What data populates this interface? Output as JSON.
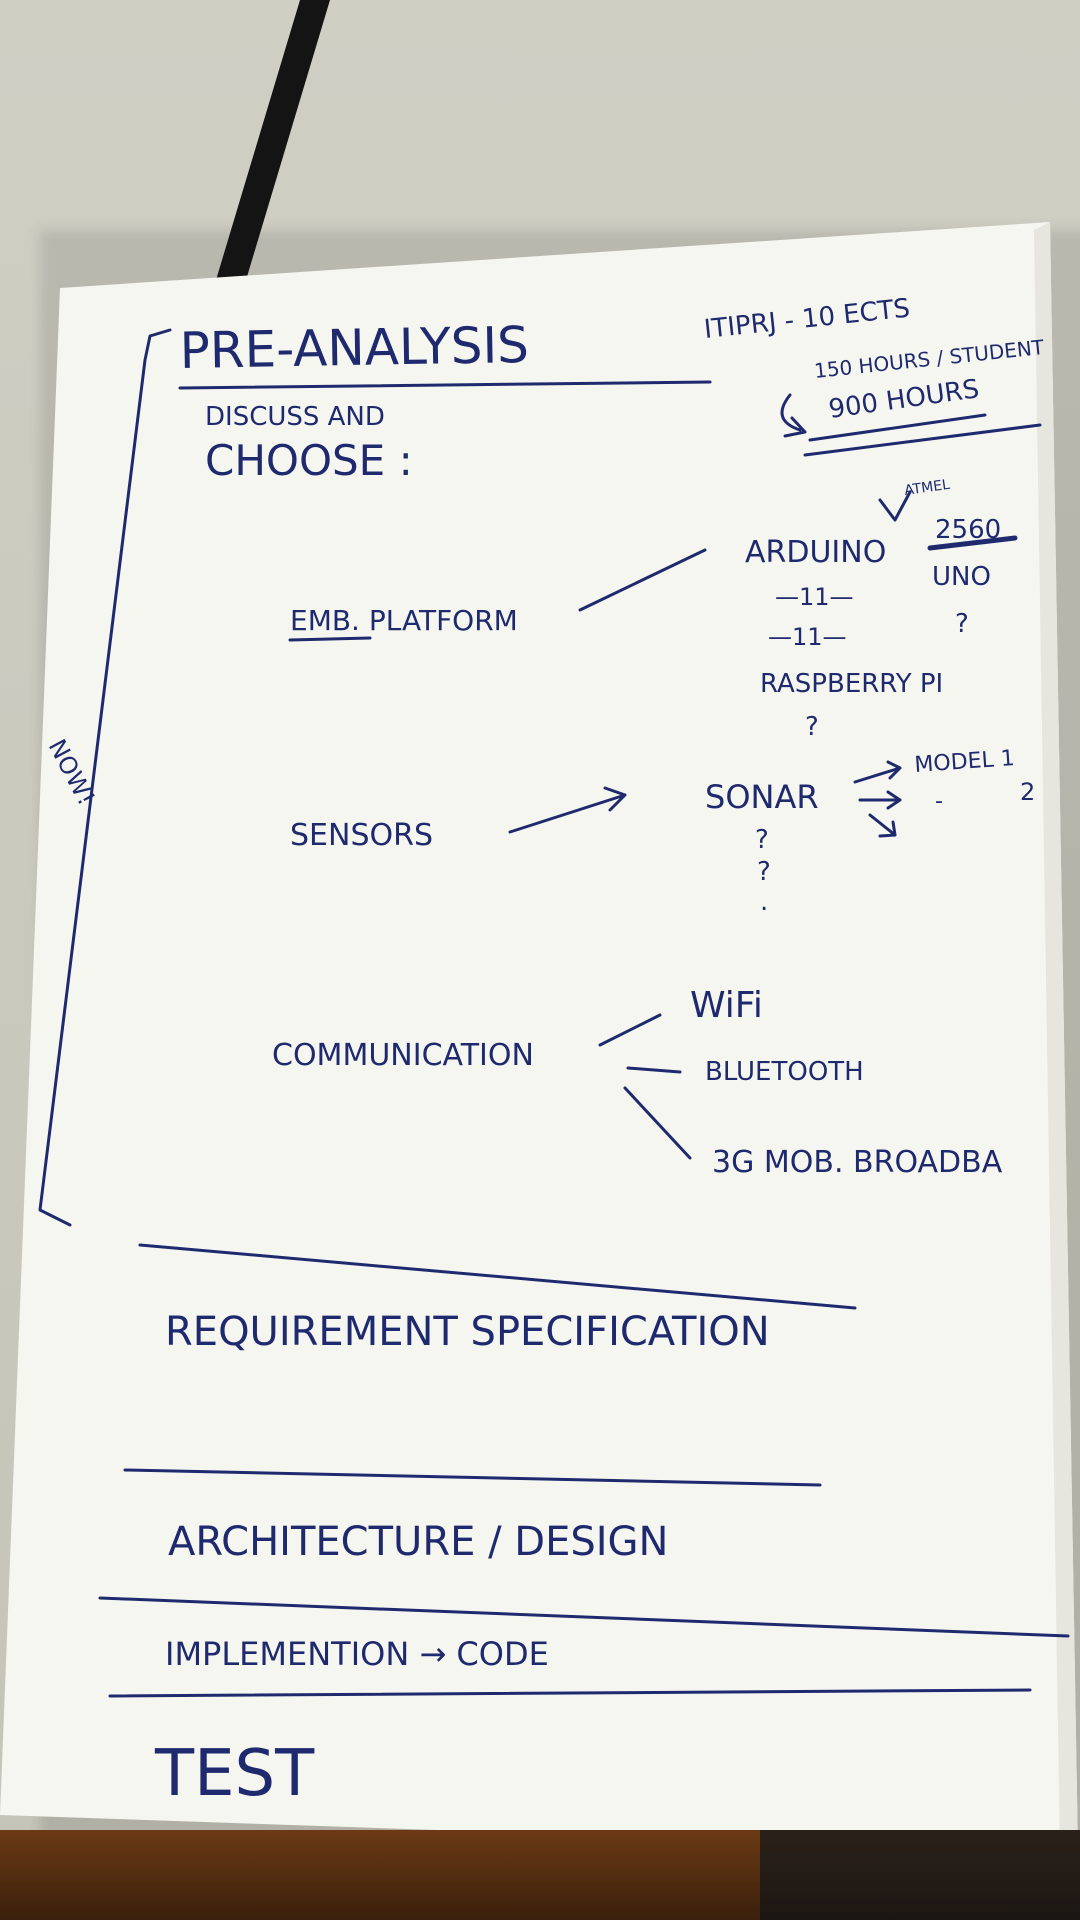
{
  "notes": {
    "title": "PRE-ANALYSIS",
    "discuss": "DISCUSS AND",
    "choose": "CHOOSE :",
    "now": "NOW!",
    "budget_line1": "ITIPRJ - 10 ECTS",
    "budget_line2": "150 HOURS / STUDENT",
    "budget_line3": "900 HOURS",
    "emb_platform": "EMB. PLATFORM",
    "atmel": "ATMEL",
    "arduino": "ARDUINO",
    "v2560": "2560",
    "uno": "UNO",
    "ditto1": "—11—",
    "ditto2": "—11—",
    "q1": "?",
    "raspberry": "RASPBERRY PI",
    "q2": "?",
    "sensors": "SENSORS",
    "sonar": "SONAR",
    "model1": "MODEL 1",
    "dash": "-",
    "two": "2",
    "q3": "?",
    "q4": "?",
    "dot": ".",
    "communication": "COMMUNICATION",
    "wifi": "WiFi",
    "bluetooth": "BLUETOOTH",
    "mob": "3G MOB. BROADBA",
    "requirement": "REQUIREMENT SPECIFICATION",
    "architecture": "ARCHITECTURE / DESIGN",
    "implementation": "IMPLEMENTION → CODE",
    "test": "TEST"
  },
  "colors": {
    "ink": "#1f2a6e",
    "paper": "#f6f6f1",
    "desk": "#cacabf"
  }
}
